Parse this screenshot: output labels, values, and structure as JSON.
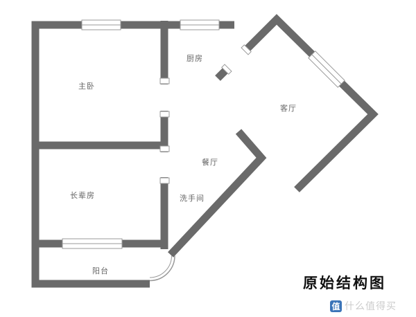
{
  "title": "原始结构图",
  "rooms": [
    {
      "id": "master-bedroom",
      "label": "主卧"
    },
    {
      "id": "kitchen",
      "label": "厨房"
    },
    {
      "id": "living-room",
      "label": "客厅"
    },
    {
      "id": "dining-room",
      "label": "餐厅"
    },
    {
      "id": "bathroom",
      "label": "洗手间"
    },
    {
      "id": "elder-room",
      "label": "长辈房"
    },
    {
      "id": "balcony",
      "label": "阳台"
    }
  ],
  "watermark": {
    "badge": "值",
    "text": "什么值得买"
  },
  "colors": {
    "wall": "#6a6a6a",
    "window_line": "#999999",
    "label_text": "#666666",
    "title_text": "#111111",
    "watermark_badge": "#3b74b8",
    "watermark_text": "#cccccc"
  }
}
